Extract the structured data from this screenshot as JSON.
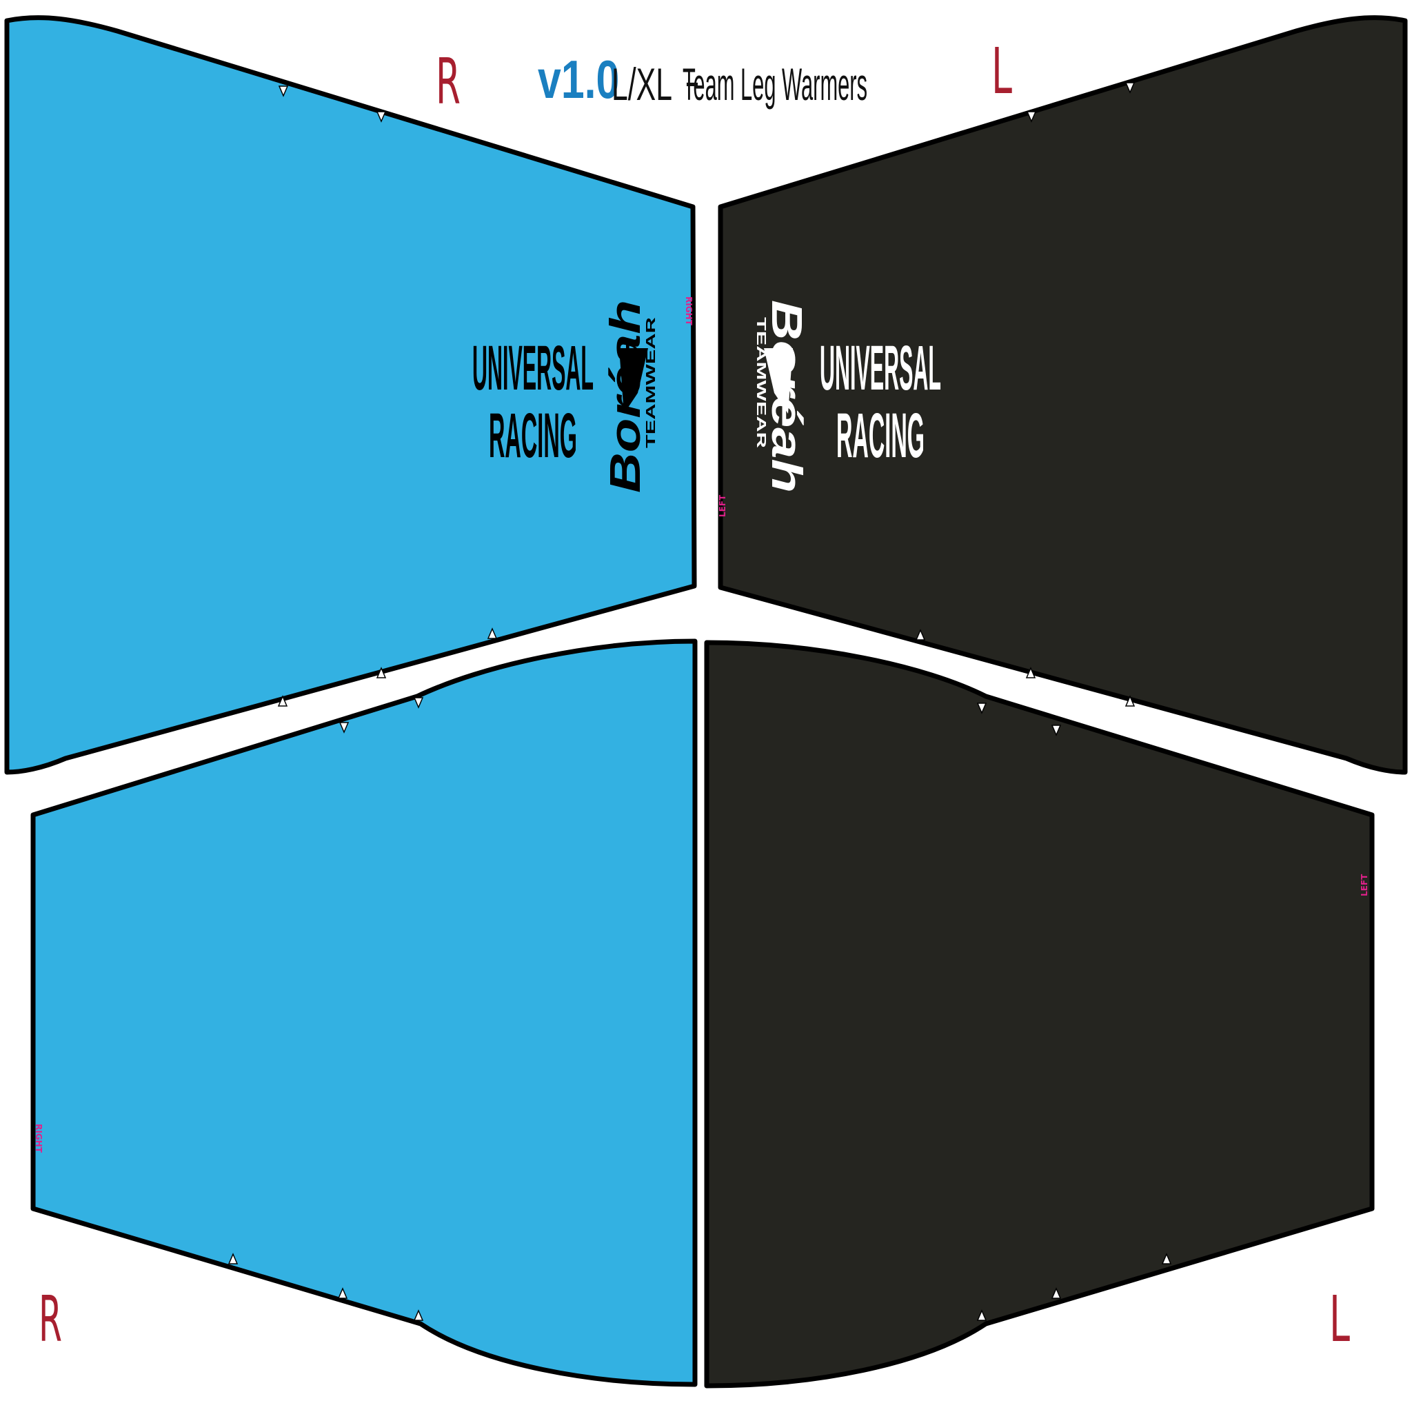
{
  "header": {
    "version": "v1.0",
    "size": "L/XL",
    "separator": "-",
    "title": "Team Leg Warmers"
  },
  "side_labels": {
    "top_right_piece": "R",
    "top_left_piece": "L",
    "bottom_right_piece": "R",
    "bottom_left_piece": "L"
  },
  "team_text": {
    "line1": "UNIVERSAL",
    "line2": "RACING"
  },
  "brand": {
    "name": "Boréah",
    "subline": "TEAMWEAR"
  },
  "edge_tags": {
    "right": "RIGHT",
    "left": "LEFT"
  },
  "colors": {
    "right_panel": "#33b1e2",
    "left_panel": "#252520",
    "outline": "#000000",
    "side_letter": "#a71f2f",
    "version": "#1a7fc0",
    "tag_pink": "#e0208a"
  }
}
